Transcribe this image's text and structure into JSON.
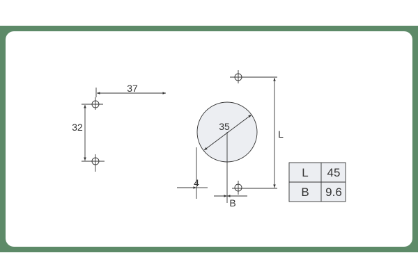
{
  "drawing": {
    "dim_hole_spacing_horizontal": "37",
    "dim_hole_spacing_vertical": "32",
    "dim_cup_diameter": "35",
    "dim_edge_distance": "4",
    "dim_L_label": "L",
    "dim_B_label": "B"
  },
  "table": {
    "rows": [
      {
        "key": "L",
        "value": "45"
      },
      {
        "key": "B",
        "value": "9.6"
      }
    ]
  },
  "colors": {
    "frame": "#5d8a68",
    "line": "#333333",
    "fill": "#eceef2"
  }
}
